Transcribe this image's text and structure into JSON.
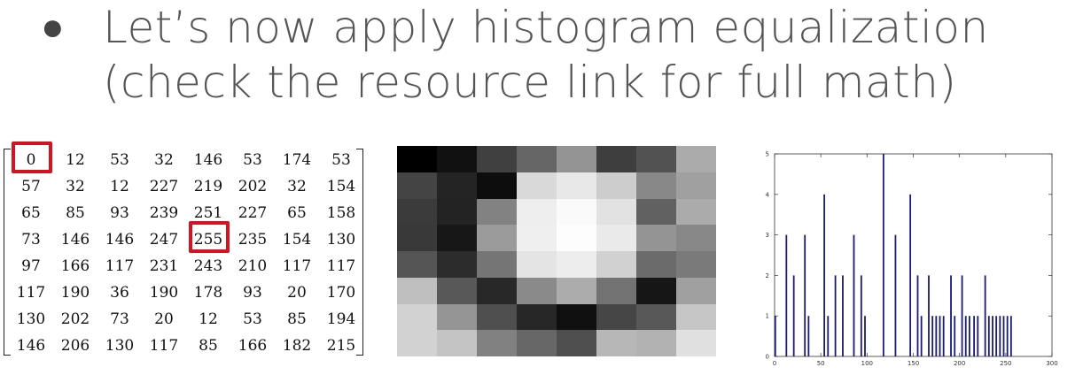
{
  "title": {
    "bullet": "●",
    "line1": "Let’s now apply histogram equalization",
    "line2": "(check the resource link for full math)"
  },
  "matrix": {
    "rows": [
      [
        "0",
        "12",
        "53",
        "32",
        "146",
        "53",
        "174",
        "53"
      ],
      [
        "57",
        "32",
        "12",
        "227",
        "219",
        "202",
        "32",
        "154"
      ],
      [
        "65",
        "85",
        "93",
        "239",
        "251",
        "227",
        "65",
        "158"
      ],
      [
        "73",
        "146",
        "146",
        "247",
        "255",
        "235",
        "154",
        "130"
      ],
      [
        "97",
        "166",
        "117",
        "231",
        "243",
        "210",
        "117",
        "117"
      ],
      [
        "117",
        "190",
        "36",
        "190",
        "178",
        "93",
        "20",
        "170"
      ],
      [
        "130",
        "202",
        "73",
        "20",
        "12",
        "53",
        "85",
        "194"
      ],
      [
        "146",
        "206",
        "130",
        "117",
        "85",
        "166",
        "182",
        "215"
      ]
    ],
    "highlights": [
      [
        0,
        0
      ],
      [
        3,
        4
      ]
    ],
    "highlight_color": "#d51122"
  },
  "image": {
    "gray": [
      [
        0,
        17,
        64,
        102,
        148,
        62,
        82,
        171
      ],
      [
        68,
        36,
        13,
        217,
        232,
        205,
        136,
        160
      ],
      [
        59,
        35,
        130,
        238,
        250,
        226,
        97,
        171
      ],
      [
        57,
        23,
        155,
        239,
        253,
        234,
        148,
        136
      ],
      [
        85,
        44,
        117,
        228,
        237,
        209,
        107,
        122
      ],
      [
        191,
        88,
        40,
        138,
        172,
        114,
        22,
        160
      ],
      [
        210,
        149,
        79,
        39,
        15,
        70,
        88,
        198
      ],
      [
        210,
        196,
        129,
        103,
        78,
        183,
        178,
        224
      ]
    ]
  },
  "chart_data": {
    "type": "bar",
    "title": "",
    "xlabel": "",
    "ylabel": "",
    "xlim": [
      0,
      300
    ],
    "ylim": [
      0,
      5
    ],
    "xticks": [
      "0",
      "50",
      "100",
      "150",
      "200",
      "250",
      "300"
    ],
    "yticks": [
      "0",
      "1",
      "2",
      "3",
      "4",
      "5"
    ],
    "bar_color": "#1a1a7a",
    "series": [
      {
        "x": [
          0,
          12,
          20,
          32,
          36,
          53,
          57,
          65,
          73,
          85,
          93,
          97,
          117,
          130,
          146,
          154,
          158,
          166,
          170,
          174,
          178,
          182,
          190,
          194,
          202,
          206,
          210,
          215,
          219,
          227,
          231,
          235,
          239,
          243,
          247,
          251,
          255
        ],
        "y": [
          1,
          3,
          2,
          3,
          1,
          4,
          1,
          2,
          2,
          3,
          2,
          1,
          5,
          3,
          4,
          2,
          1,
          2,
          1,
          1,
          1,
          1,
          2,
          1,
          2,
          1,
          1,
          1,
          1,
          2,
          1,
          1,
          1,
          1,
          1,
          1,
          1
        ]
      }
    ]
  }
}
